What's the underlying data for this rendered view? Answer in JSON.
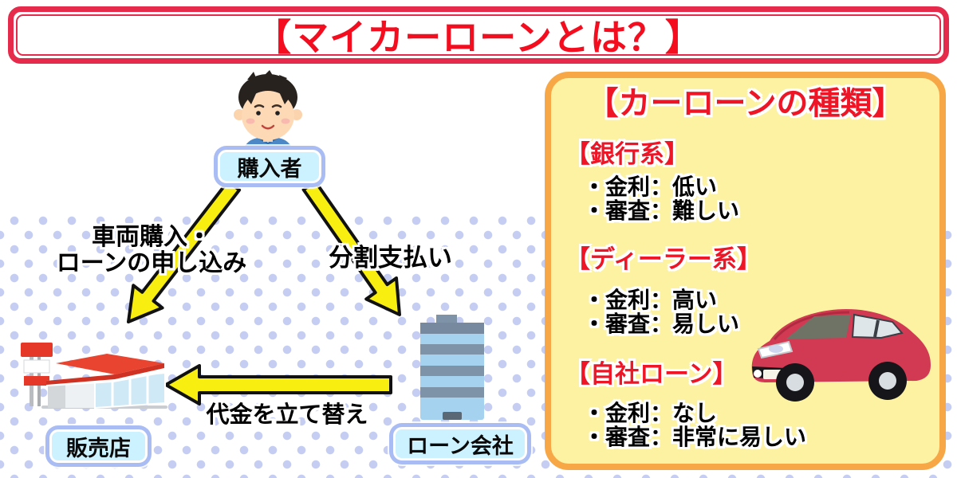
{
  "title": "【マイカーローンとは？】",
  "diagram": {
    "buyer": "購入者",
    "shop": "販売店",
    "loan_company": "ローン会社",
    "arrow_buyer_to_shop_line1": "車両購入・",
    "arrow_buyer_to_shop_line2": "ローンの申し込み",
    "arrow_buyer_to_loan": "分割支払い",
    "arrow_loan_to_shop": "代金を立て替え"
  },
  "panel": {
    "title": "【カーローンの種類】",
    "sections": [
      {
        "heading": "【銀行系】",
        "items": [
          "・金利：低い",
          "・審査：難しい"
        ]
      },
      {
        "heading": "【ディーラー系】",
        "items": [
          "・金利：高い",
          "・審査：易しい"
        ]
      },
      {
        "heading": "【自社ローン】",
        "items": [
          "・金利：なし",
          "・審査：非常に易しい"
        ]
      }
    ]
  },
  "colors": {
    "title_red": "#f30d1e",
    "banner_border": "#e62a4b",
    "panel_bg": "#fcf2a2",
    "panel_border": "#f7a746",
    "heading_red": "#ee1526",
    "arrow_yellow": "#f8ee0f",
    "badge_border": "#a9bdf4",
    "badge_bg": "#cbf2fe",
    "dot_color": "#c5cef2"
  }
}
